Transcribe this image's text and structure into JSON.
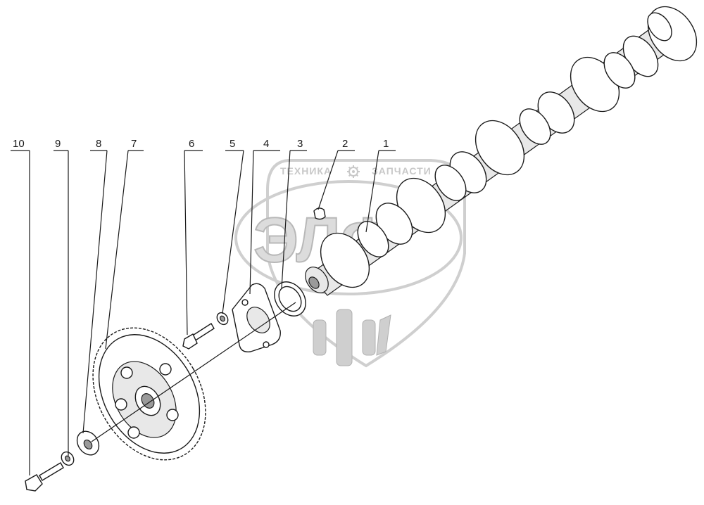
{
  "watermark": {
    "text_left": "ТЕХНИКА",
    "text_right": "ЗАПЧАСТИ",
    "logo": "ЭЛФ",
    "gear_icon": "gear-icon"
  },
  "callouts": [
    {
      "id": "10",
      "part": "bolt"
    },
    {
      "id": "9",
      "part": "lock-washer"
    },
    {
      "id": "8",
      "part": "washer"
    },
    {
      "id": "7",
      "part": "gear"
    },
    {
      "id": "6",
      "part": "bolt"
    },
    {
      "id": "5",
      "part": "lock-washer"
    },
    {
      "id": "4",
      "part": "thrust-flange"
    },
    {
      "id": "3",
      "part": "spacer-ring"
    },
    {
      "id": "2",
      "part": "key"
    },
    {
      "id": "1",
      "part": "camshaft"
    }
  ]
}
